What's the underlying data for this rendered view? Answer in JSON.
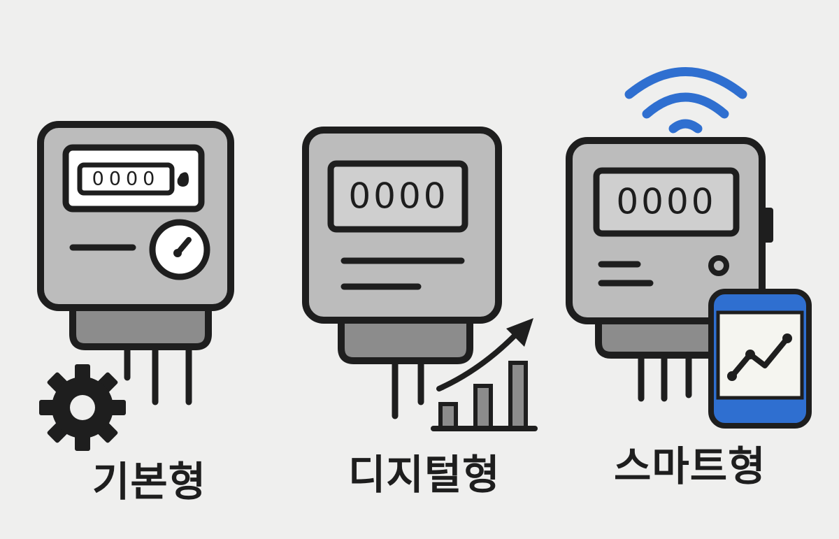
{
  "meters": [
    {
      "id": "basic",
      "label": "기본형",
      "reading": "0000"
    },
    {
      "id": "digital",
      "label": "디지털형",
      "reading": "0000"
    },
    {
      "id": "smart",
      "label": "스마트형",
      "reading": "0000"
    }
  ],
  "colors": {
    "background": "#efefee",
    "meter_body": "#bcbcbc",
    "meter_dark": "#8c8c8c",
    "outline": "#1e1e1e",
    "display": "#cfcfcf",
    "wifi": "#2f6fd0",
    "phone_frame": "#2f6fd0"
  },
  "icons": [
    "gear-icon",
    "bar-chart-arrow-icon",
    "wifi-icon",
    "smartphone-chart-icon"
  ]
}
